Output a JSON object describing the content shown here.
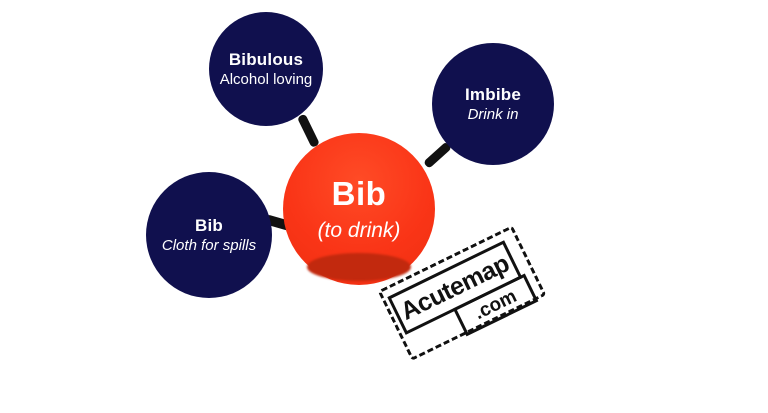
{
  "colors": {
    "background": "#ffffff",
    "node_navy": "#10104e",
    "center_orange": "#fa3517",
    "center_shadow": "#c2290e",
    "connector": "#111111",
    "text_on_node": "#ffffff",
    "stamp_ink": "#111111"
  },
  "diagram": {
    "center": {
      "word": "Bib",
      "meaning": "(to drink)"
    },
    "nodes": [
      {
        "id": "bibulous",
        "word": "Bibulous",
        "meaning": "Alcohol loving",
        "meaning_italic": false
      },
      {
        "id": "imbibe",
        "word": "Imbibe",
        "meaning": "Drink in",
        "meaning_italic": true
      },
      {
        "id": "bib-cloth",
        "word": "Bib",
        "meaning": "Cloth for spills",
        "meaning_italic": true
      }
    ]
  },
  "watermark": {
    "line1": "Acutemap",
    "line2": ".com"
  }
}
